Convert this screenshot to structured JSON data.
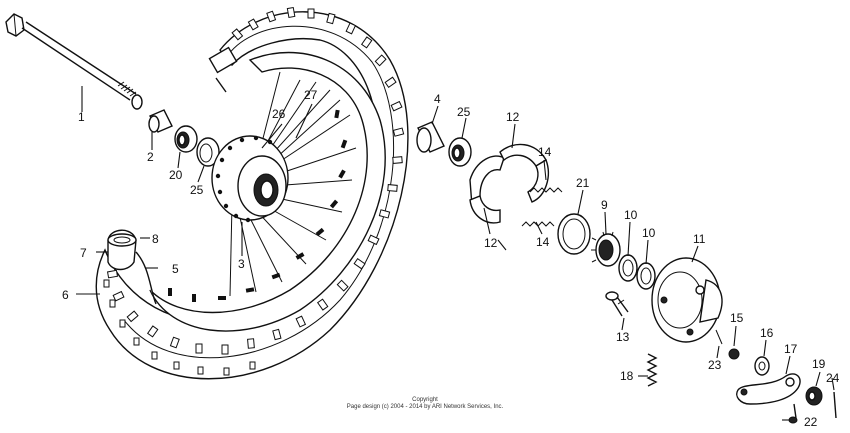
{
  "callouts": {
    "c1": "1",
    "c2": "2",
    "c3": "3",
    "c4": "4",
    "c5": "5",
    "c6": "6",
    "c7": "7",
    "c8": "8",
    "c9": "9",
    "c10a": "10",
    "c10b": "10",
    "c11": "11",
    "c12a": "12",
    "c12b": "12",
    "c13": "13",
    "c14a": "14",
    "c14b": "14",
    "c16": "16",
    "c17": "17",
    "c18": "18",
    "c19": "19",
    "c20": "20",
    "c21": "21",
    "c22": "22",
    "c23": "23",
    "c24": "24",
    "c25a": "25",
    "c25b": "25",
    "c26": "26",
    "c27": "27",
    "c15": "15"
  },
  "copyright": {
    "line1": "Copyright",
    "line2": "Page design (c) 2004 - 2014 by ARI Network Services, Inc."
  }
}
